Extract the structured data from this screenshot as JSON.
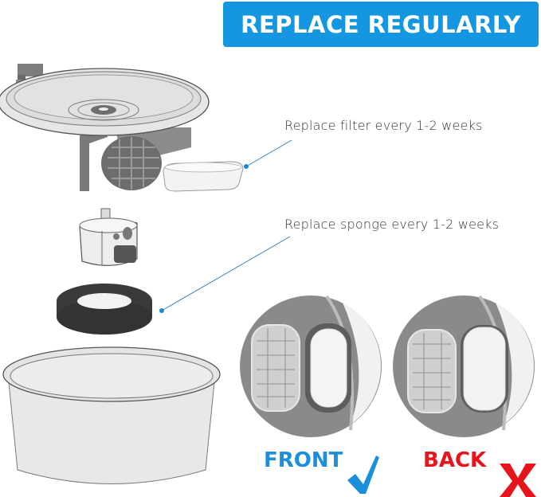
{
  "header": {
    "title": "REPLACE REGULARLY",
    "bg_color": "#1496e0",
    "text_color": "#ffffff"
  },
  "callouts": [
    {
      "text": "Replace filter every 1-2 weeks",
      "points_to": "filter"
    },
    {
      "text": "Replace sponge every 1-2 weeks",
      "points_to": "sponge"
    }
  ],
  "parts": [
    "tray-lid",
    "filter-cartridge",
    "pump",
    "sponge-ring",
    "water-bowl"
  ],
  "orientation": {
    "front": {
      "label": "FRONT",
      "color": "#1a8fdc",
      "mark": "check"
    },
    "back": {
      "label": "BACK",
      "color": "#e8141b",
      "mark": "x"
    }
  },
  "accent_line_color": "#2e7fb8"
}
